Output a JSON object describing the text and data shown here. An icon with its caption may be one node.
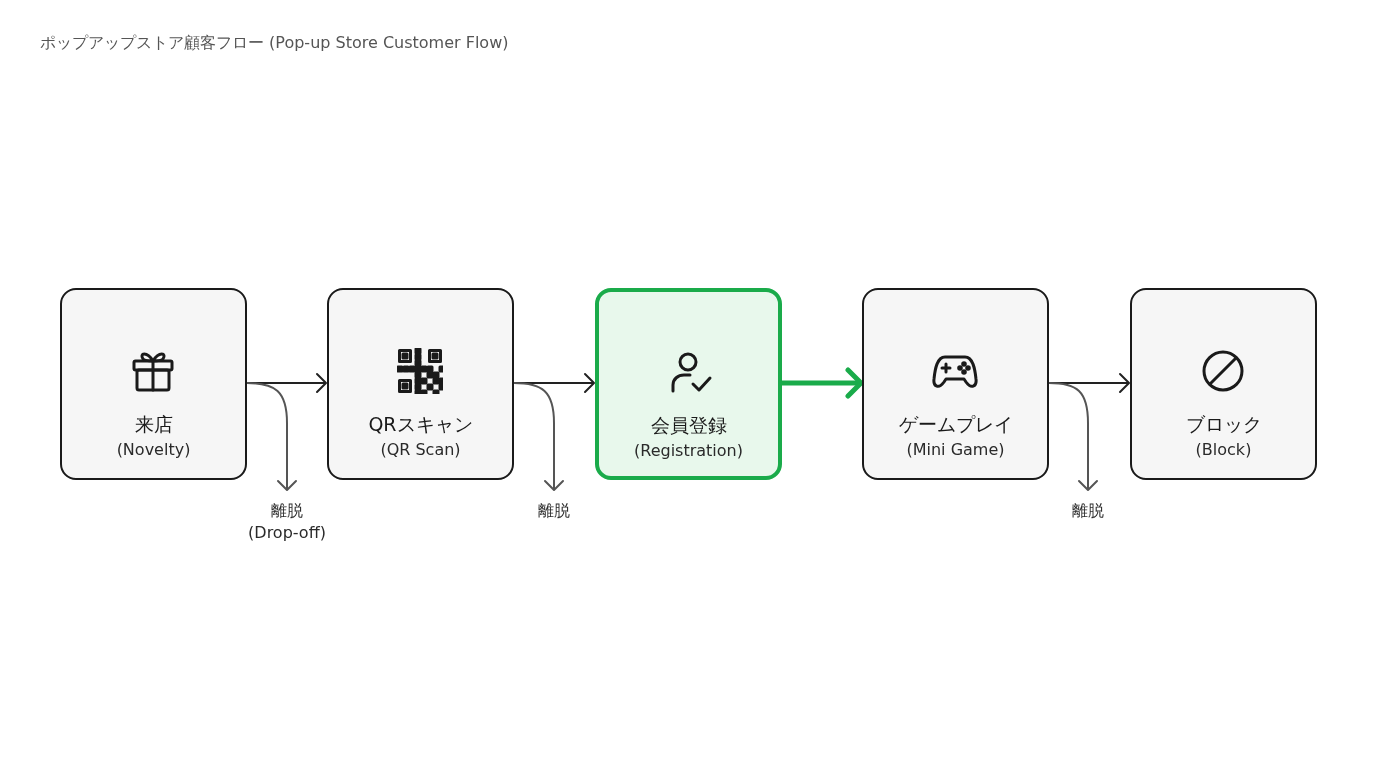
{
  "diagram": {
    "title": "ポップアップストア顧客フロー (Pop-up Store Customer Flow)",
    "nodes": [
      {
        "text": [
          "来店",
          "(Novelty)"
        ]
      },
      {
        "text": [
          "QRスキャン",
          "(QR Scan)"
        ]
      },
      {
        "text": [
          "会員登録",
          "(Registration)"
        ]
      },
      {
        "text": [
          "ゲームプレイ",
          "(Mini Game)"
        ]
      },
      {
        "text": [
          "ブロック",
          "(Block)"
        ]
      },
      {
        "text": [
          "離脱",
          "(Drop-off)"
        ]
      },
      {
        "text": [
          "離脱"
        ]
      },
      {
        "text": [
          "離脱"
        ]
      }
    ],
    "edges": [
      {
        "from": 0,
        "to": 1,
        "arrow": "to"
      },
      {
        "from": 1,
        "to": 2,
        "arrow": "to"
      },
      {
        "from": 2,
        "to": 3,
        "arrow": "to",
        "style": "thick",
        "color": "#1aab4a"
      },
      {
        "from": 3,
        "to": 4,
        "arrow": "to"
      },
      {
        "from": 0,
        "to": 5,
        "arrow": "to",
        "color": "#555555"
      },
      {
        "from": 1,
        "to": 6,
        "arrow": "to",
        "color": "#555555"
      },
      {
        "from": 3,
        "to": 7,
        "arrow": "to",
        "color": "#555555"
      }
    ]
  }
}
